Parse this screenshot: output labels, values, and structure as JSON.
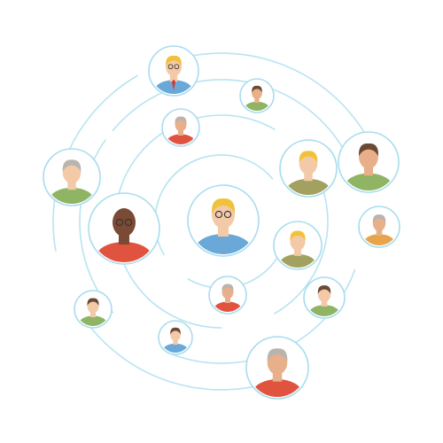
{
  "palette": {
    "background": "#ffffff",
    "orbit": "#b8e4f2",
    "ring": "#a9dcef",
    "skin_light": "#f3c9a8",
    "skin_tan": "#e7b08a",
    "skin_dark": "#7a4a35",
    "hair_blond": "#f0c23b",
    "hair_brown": "#6b4a35",
    "hair_grey": "#b9b4ad",
    "shirt_red": "#e0533f",
    "shirt_green": "#8fb463",
    "shirt_blue": "#6aa8d8",
    "shirt_olive": "#a3a15f",
    "shirt_orange": "#e8a44a"
  },
  "people": [
    {
      "name": "center-person",
      "skin": "skin_light",
      "hair": "hair_blond",
      "shirt": "shirt_blue",
      "glasses": true
    },
    {
      "name": "top-person-tie",
      "skin": "skin_light",
      "hair": "hair_blond",
      "shirt": "shirt_blue",
      "glasses": true,
      "tie": true
    },
    {
      "name": "bald-glasses-person",
      "skin": "skin_dark",
      "hair": "none",
      "shirt": "shirt_red",
      "glasses": true
    },
    {
      "name": "mustache-person",
      "skin": "skin_light",
      "hair": "hair_grey",
      "shirt": "shirt_green"
    },
    {
      "name": "bearded-person",
      "skin": "skin_tan",
      "hair": "hair_brown",
      "shirt": "shirt_green"
    },
    {
      "name": "blond-person",
      "skin": "skin_light",
      "hair": "hair_blond",
      "shirt": "shirt_olive"
    },
    {
      "name": "blond-person-2",
      "skin": "skin_light",
      "hair": "hair_blond",
      "shirt": "shirt_olive"
    },
    {
      "name": "grey-hair-person",
      "skin": "skin_tan",
      "hair": "hair_grey",
      "shirt": "shirt_red"
    },
    {
      "name": "bald-person",
      "skin": "skin_tan",
      "hair": "hair_grey",
      "shirt": "shirt_red"
    },
    {
      "name": "small-person",
      "skin": "skin_tan",
      "hair": "hair_brown",
      "shirt": "shirt_green"
    },
    {
      "name": "small-person-2",
      "skin": "skin_light",
      "hair": "hair_brown",
      "shirt": "shirt_green"
    },
    {
      "name": "small-person-3",
      "skin": "skin_light",
      "hair": "hair_brown",
      "shirt": "shirt_blue"
    },
    {
      "name": "old-person",
      "skin": "skin_tan",
      "hair": "hair_grey",
      "shirt": "shirt_orange"
    },
    {
      "name": "small-person-4",
      "skin": "skin_light",
      "hair": "hair_brown",
      "shirt": "shirt_green"
    },
    {
      "name": "grey-hair-person-2",
      "skin": "skin_tan",
      "hair": "hair_grey",
      "shirt": "shirt_red"
    },
    {
      "name": "small-person-5",
      "skin": "skin_light",
      "hair": "hair_brown",
      "shirt": "shirt_olive"
    }
  ]
}
